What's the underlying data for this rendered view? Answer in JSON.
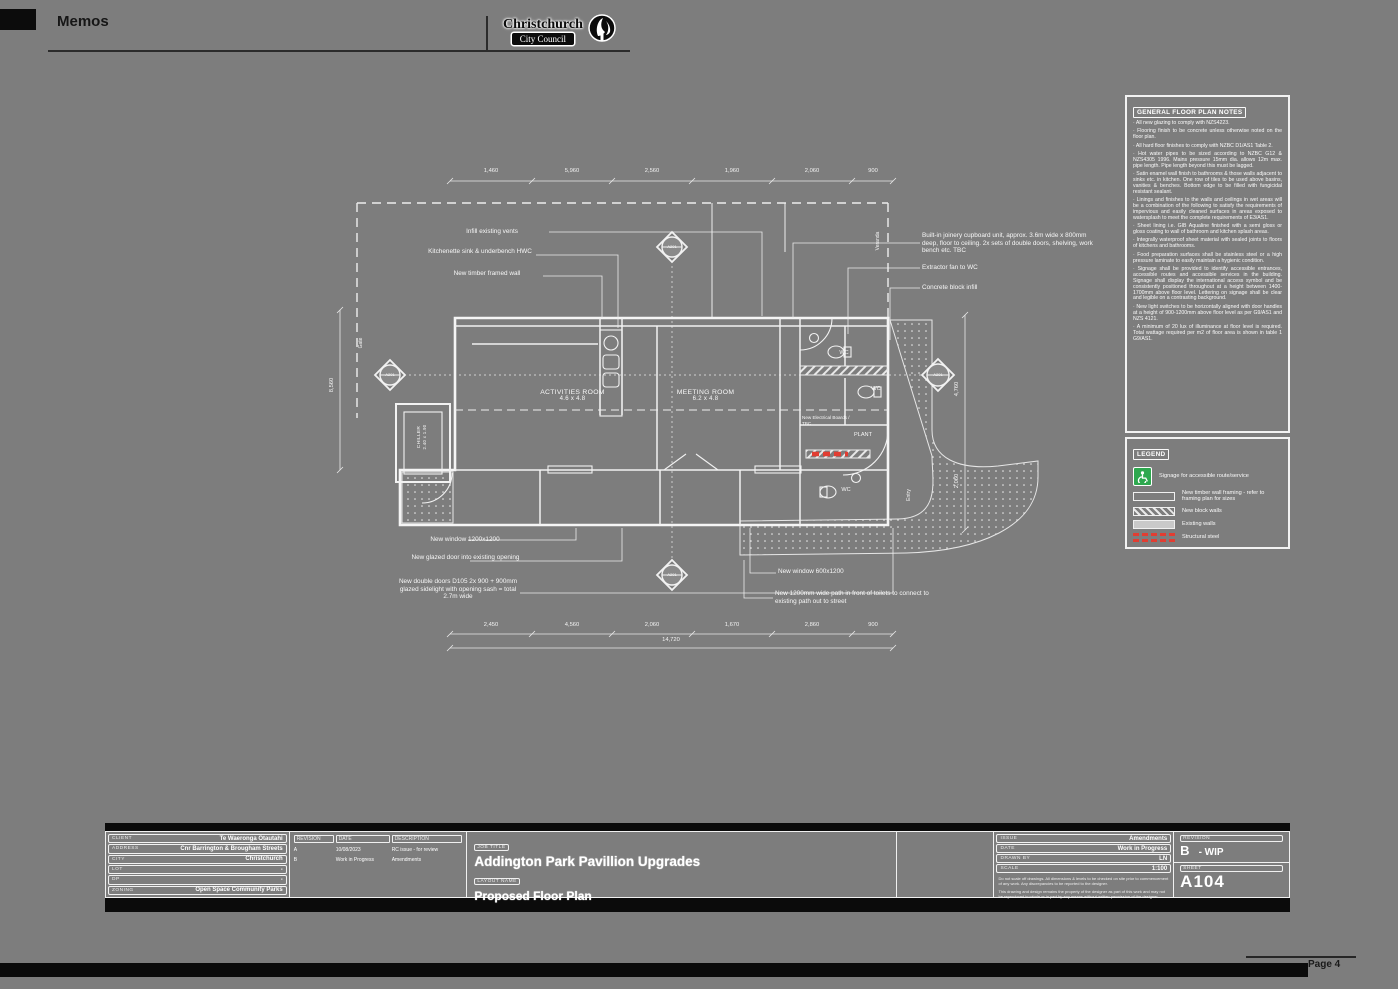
{
  "header": {
    "memo_label": "Memos",
    "logo_line1": "Christchurch",
    "logo_line2": "City Council"
  },
  "notes": {
    "title": "GENERAL FLOOR PLAN NOTES",
    "items": [
      "All new glazing to comply with NZS4223.",
      "Flooring finish to be concrete unless otherwise noted on the floor plan.",
      "All hard floor finishes to comply with NZBC D1/AS1 Table 2.",
      "Hot water pipes to be sized according to NZBC G12 & NZS4305 1996. Mains pressure 15mm dia. allows 12m max. pipe length. Pipe length beyond this must be lagged.",
      "Satin enamel wall finish to bathrooms & those walls adjacent to sinks etc. in kitchen. One row of tiles to be used above basins, vanities & benches. Bottom edge to be filled with fungicidal resistant sealant.",
      "Linings and finishes to the walls and ceilings in wet areas will be a combination of the following to satisfy the requirements of impervious and easily cleaned surfaces in areas exposed to watersplash to meet the complete requirements of E3/AS1.",
      "Sheet lining i.e. GIB Aqualine finished with a semi gloss or gloss coating to wall of bathroom and kitchen splash areas.",
      "Integrally waterproof sheet material with sealed joints to floors of kitchens and bathrooms.",
      "Food preparation surfaces shall be stainless steel or a high pressure laminate to easily maintain a hygienic condition.",
      "Signage shall be provided to identify accessible entrances, accessible routes and accessible services in the building. Signage shall display the international access symbol and be consistently positioned throughout at a height between 1400-1700mm above floor level. Lettering on signage shall be clear and legible on a contrasting background.",
      "New light switches to be horizontally aligned with door handles at a height of 900-1200mm above floor level as per G9/AS1 and NZS 4121.",
      "A minimum of 20 lux of illuminance at floor level is required. Total wattage required per m2 of floor area is shown in table 1 G9/AS1."
    ]
  },
  "legend": {
    "title": "LEGEND",
    "items": [
      {
        "icon": "accessible-icon",
        "label": "Signage for accessible route/service"
      },
      {
        "icon": "timber-wall-swatch",
        "label": "New timber wall framing - refer to framing plan for sizes"
      },
      {
        "icon": "block-wall-swatch",
        "label": "New block walls"
      },
      {
        "icon": "existing-wall-swatch",
        "label": "Existing walls"
      },
      {
        "icon": "structural-steel-swatch",
        "label": "Structural steel"
      }
    ],
    "steel_color": "#e23d32",
    "accessible_color": "#2ea84f"
  },
  "plan": {
    "rooms": {
      "activities_name": "ACTIVITIES ROOM",
      "activities_size": "4.6 x 4.8",
      "meeting_name": "MEETING ROOM",
      "meeting_size": "6.2 x 4.8",
      "chiller_name": "CHILLER",
      "chiller_size": "2.40 x 1.90",
      "plant": "PLANT",
      "wc": "WC"
    },
    "callouts": {
      "infill_vents": "Infill existing vents",
      "kitchenette": "Kitchenette sink & underbench HWC",
      "timber_wall": "New timber framed wall",
      "joinery": "Built-in joinery cupboard unit, approx. 3.6m wide x 800mm deep, floor to ceiling. 2x sets of double doors, shelving, work bench etc. TBC",
      "extractor": "Extractor fan to WC",
      "block_infill": "Concrete block infill",
      "window_1200": "New window 1200x1200",
      "glazed_door": "New glazed door into existing opening",
      "double_doors": "New double doors D105 2x 900 + 900mm glazed sidelight with opening sash = total 2.7m wide",
      "window_600": "New window 600x1200",
      "path_1200": "New 1200mm wide path in front of toilets to connect to existing path out to street",
      "electrical": "New Electrical Boards / TBC"
    },
    "small_labels": {
      "gate": "Gate",
      "veranda": "Veranda",
      "entry": "Entry",
      "marker_ref": "A201"
    },
    "dimensions": {
      "top": [
        "1,460",
        "5,960",
        "2,560",
        "1,960",
        "2,060",
        "900"
      ],
      "bottom": [
        "2,450",
        "4,560",
        "2,060",
        "1,670",
        "2,860",
        "900"
      ],
      "total": "14,720",
      "left": "8,560",
      "right_upper": "4,760",
      "right_lower": "2,060"
    }
  },
  "titleblock": {
    "fields": {
      "client_label": "CLIENT",
      "client": "Te Waeronga Otautahi",
      "address_label": "ADDRESS",
      "address": "Cnr Barrington & Brougham Streets",
      "city_label": "CITY",
      "city": "Christchurch",
      "lot_label": "LOT",
      "lot": "-",
      "dp_label": "DP",
      "dp": "-",
      "zoning_label": "ZONING",
      "zoning": "Open Space Community Parks"
    },
    "revisions": {
      "rev_header": "REVISION",
      "date_header": "DATE",
      "desc_header": "DESCRIPTION",
      "rows": [
        {
          "rev": "A",
          "date": "10/08/2023",
          "desc": "RC issue - for review"
        },
        {
          "rev": "B",
          "date": "Work in Progress",
          "desc": "Amendments"
        }
      ]
    },
    "job": {
      "job_label": "JOB TITLE",
      "job_title": "Addington Park Pavillion Upgrades",
      "layout_label": "LAYOUT NAME",
      "layout_name": "Proposed Floor Plan"
    },
    "issue": {
      "issue_label": "ISSUE",
      "issue": "Amendments",
      "date_label": "DATE",
      "date": "Work in Progress",
      "drawn_label": "DRAWN BY",
      "drawn": "LN",
      "scale_label": "SCALE",
      "scale": "1:100",
      "disclaimer1": "Do not scale off drawings. All dimensions & levels to be checked on site prior to commencement of any work. Any discrepancies to be reported to the designer.",
      "disclaimer2": "This drawing and design remains the property of the designer as part of this work and may not be reproduced in whole or in part by any means without written permission of the designer."
    },
    "sheetinfo": {
      "revision_label": "REVISION",
      "revision": "B",
      "revision_suffix": "- WIP",
      "sheet_label": "SHEET",
      "sheet": "A104"
    }
  },
  "footer": {
    "page": "Page 4"
  }
}
